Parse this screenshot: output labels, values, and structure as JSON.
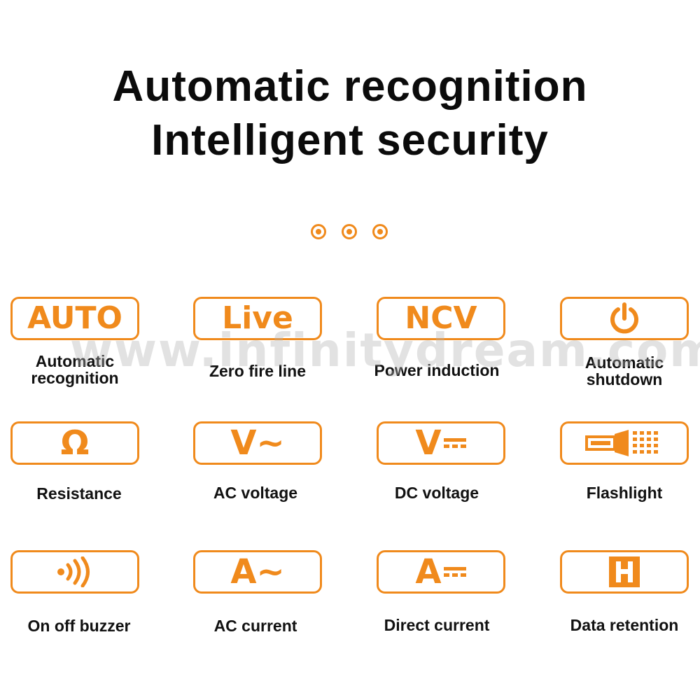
{
  "header": {
    "line1": "Automatic recognition",
    "line2": "Intelligent security"
  },
  "watermark": "www.infinitydream.com",
  "accent_color": "#f08a1c",
  "features": [
    {
      "box_text": "AUTO",
      "label": "Automatic\nrecognition"
    },
    {
      "box_text": "Live",
      "label": "Zero fire line"
    },
    {
      "box_text": "NCV",
      "label": "Power induction"
    },
    {
      "box_icon": "power-icon",
      "label": "Automatic\nshutdown"
    },
    {
      "box_text": "Ω",
      "label": "Resistance"
    },
    {
      "box_text": "V~",
      "label": "AC voltage"
    },
    {
      "box_text": "V",
      "box_icon": "dc-symbol-icon",
      "label": "DC voltage"
    },
    {
      "box_icon": "flashlight-icon",
      "label": "Flashlight"
    },
    {
      "box_icon": "buzzer-icon",
      "label": "On off buzzer"
    },
    {
      "box_text": "A~",
      "label": "AC current"
    },
    {
      "box_text": "A",
      "box_icon": "dc-symbol-icon",
      "label": "Direct current"
    },
    {
      "box_icon": "hold-icon",
      "label": "Data retention"
    }
  ]
}
